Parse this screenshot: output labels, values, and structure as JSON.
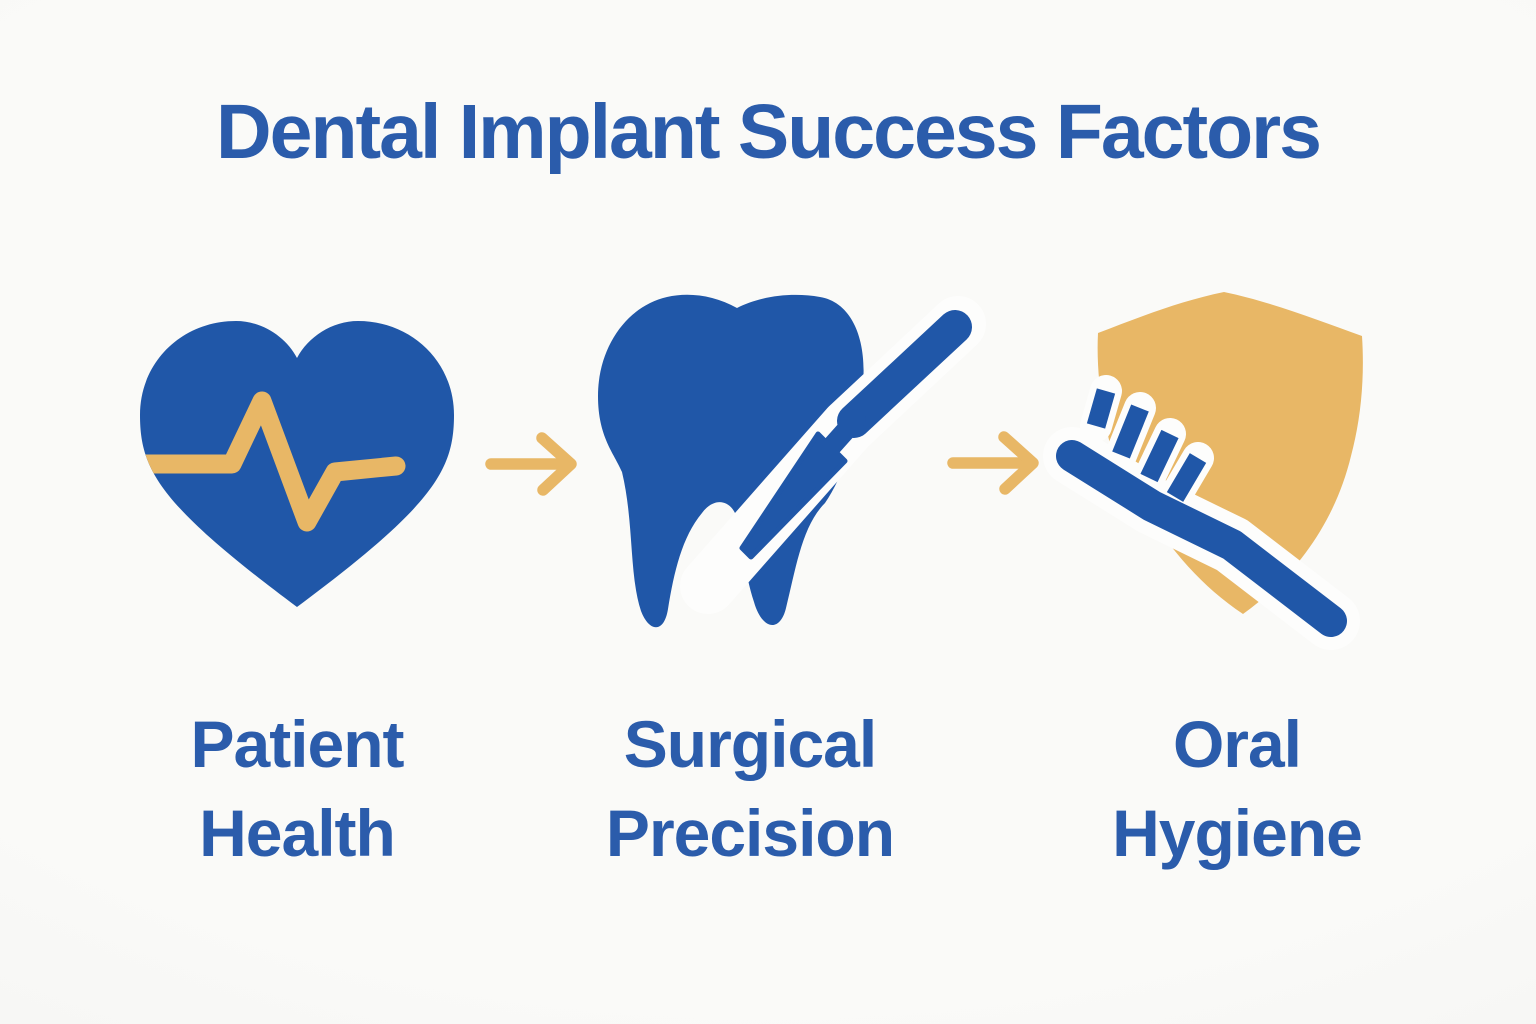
{
  "title": "Dental Implant Success Factors",
  "colors": {
    "background": "#fafaf8",
    "vignette": "#f1f1ef",
    "icon-blue": "#2057a8",
    "text-blue": "#2b5cab",
    "gold": "#e8b766",
    "halo-white": "#fdfdfc"
  },
  "factors": [
    {
      "icon": "heart-pulse-icon",
      "label": "Patient Health",
      "lines": [
        "Patient",
        "Health"
      ]
    },
    {
      "icon": "tooth-scalpel-icon",
      "label": "Surgical Precision",
      "lines": [
        "Surgical",
        "Precision"
      ]
    },
    {
      "icon": "toothbrush-shield-icon",
      "label": "Oral Hygiene",
      "lines": [
        "Oral",
        "Hygiene"
      ]
    }
  ],
  "connector": "arrow-right-icon"
}
